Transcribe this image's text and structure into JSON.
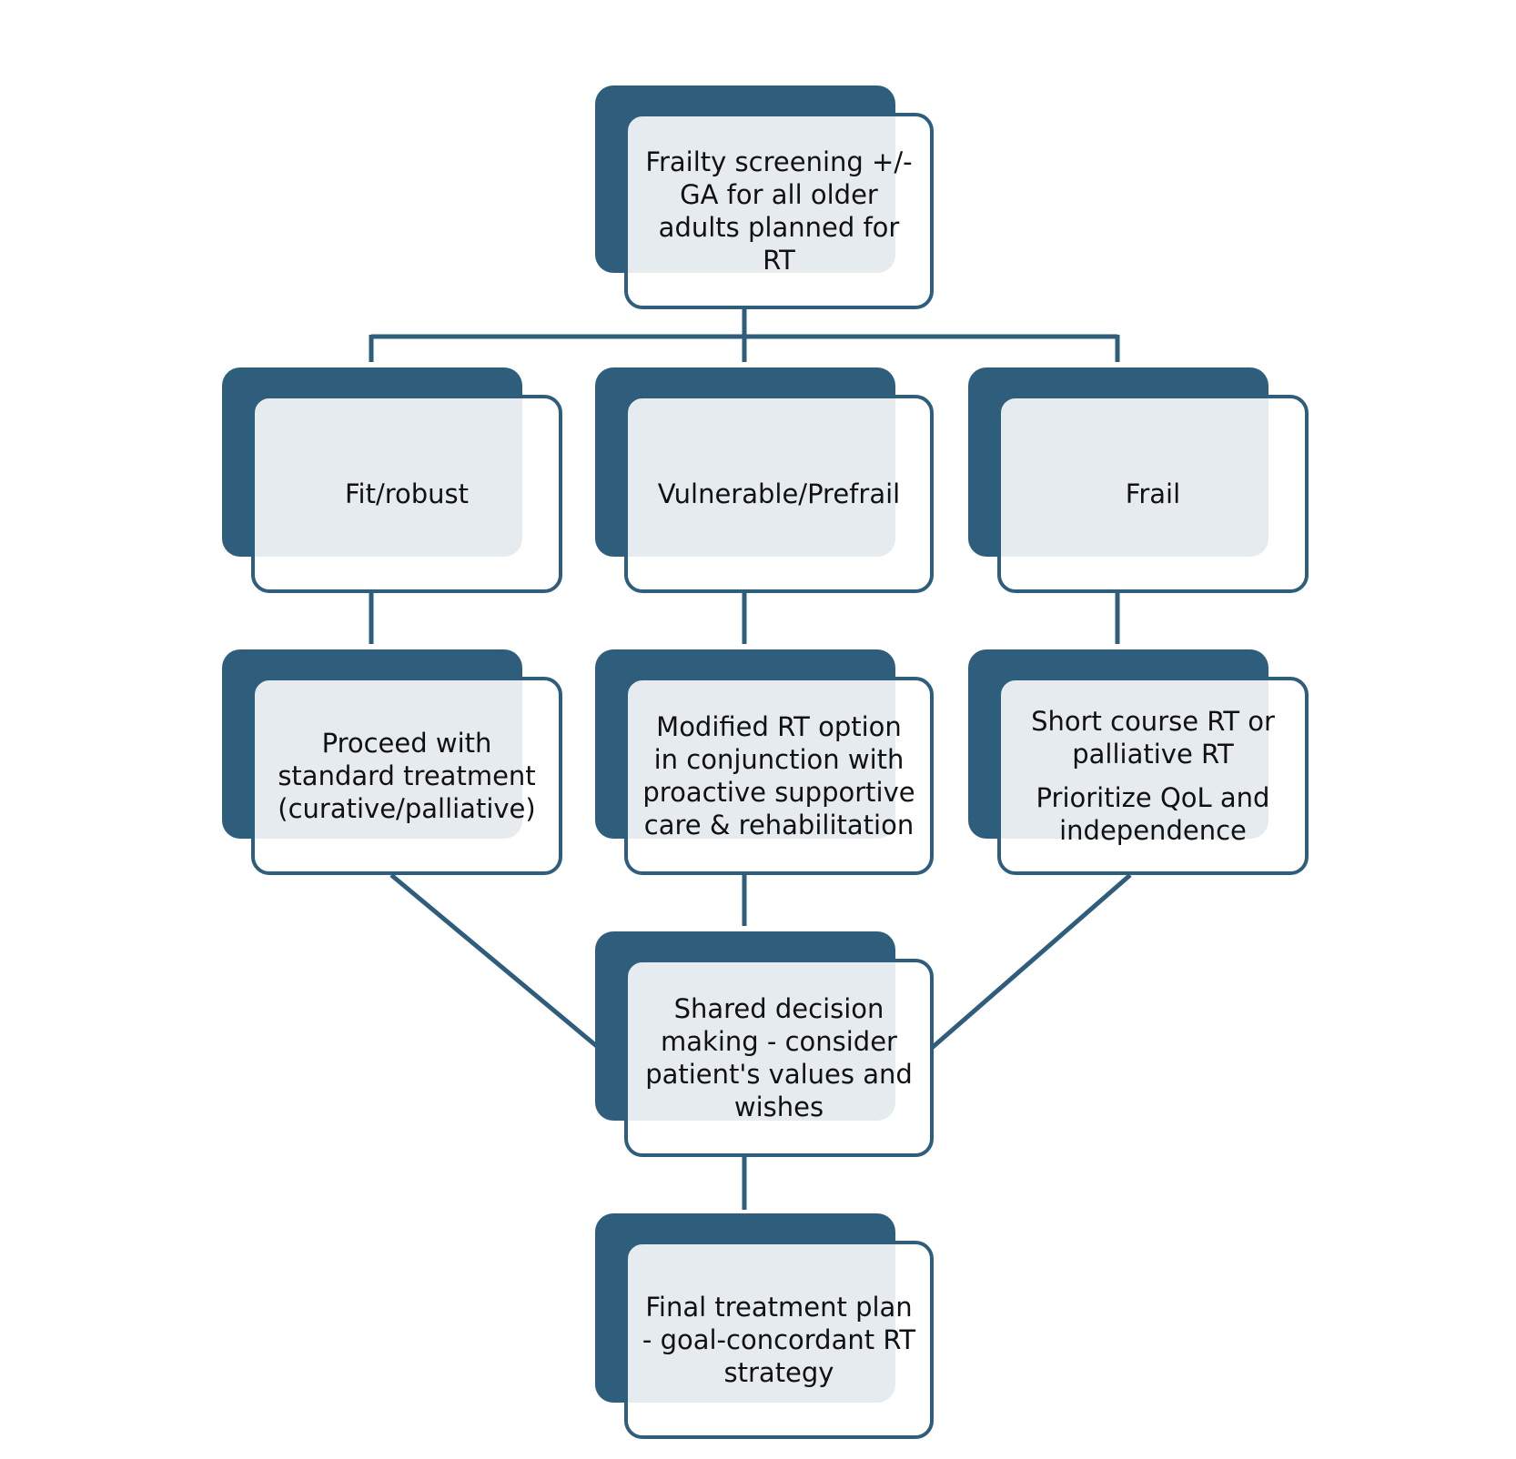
{
  "colors": {
    "accent": "#2f5d7c",
    "card_fill": "#e8eef2",
    "text": "#111111"
  },
  "nodes": {
    "screening": {
      "text": "Frailty screening +/- GA for all older adults planned for RT"
    },
    "fit": {
      "text": "Fit/robust"
    },
    "vulnerable": {
      "text": "Vulnerable/Prefrail"
    },
    "frail": {
      "text": "Frail"
    },
    "standard": {
      "text": "Proceed with standard treatment (curative/palliative)"
    },
    "modified": {
      "text": "Modified RT option in conjunction with proactive supportive care & rehabilitation"
    },
    "short_course": {
      "line1": "Short course RT or palliative RT",
      "line2": "Prioritize QoL and independence"
    },
    "shared": {
      "text": "Shared decision making - consider patient's values and wishes"
    },
    "final": {
      "text": "Final treatment plan - goal-concordant RT strategy"
    }
  }
}
